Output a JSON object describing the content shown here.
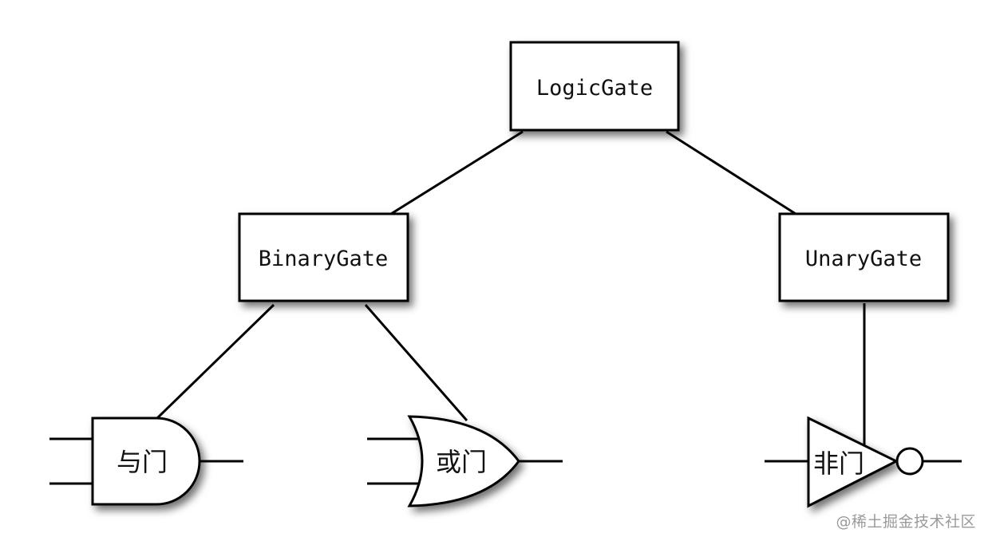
{
  "diagram": {
    "root": {
      "label": "LogicGate"
    },
    "binary": {
      "label": "BinaryGate"
    },
    "unary": {
      "label": "UnaryGate"
    },
    "gates": {
      "and": {
        "label": "与门"
      },
      "or": {
        "label": "或门"
      },
      "not": {
        "label": "非门"
      }
    }
  },
  "watermark": "@稀土掘金技术社区",
  "colors": {
    "line": "#000000",
    "fill": "#ffffff",
    "shadow": "#000000",
    "watermark": "#9a9a9a"
  }
}
